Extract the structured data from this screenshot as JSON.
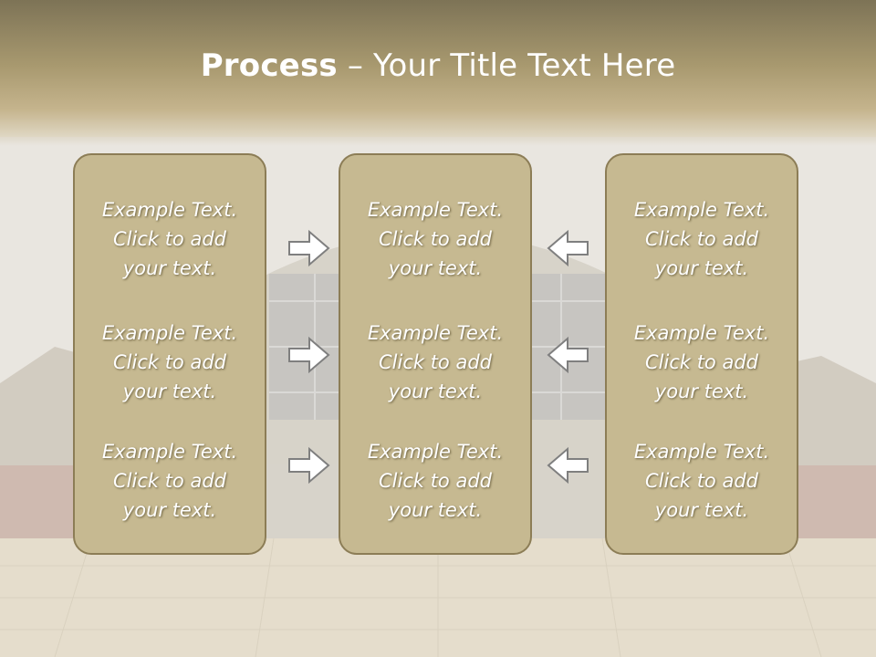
{
  "slide": {
    "title_bold": "Process",
    "title_rest": " – Your Title Text Here"
  },
  "columns": [
    {
      "blocks": [
        {
          "line1": "Example Text.",
          "line2": "Click  to add",
          "line3": "your text."
        },
        {
          "line1": "Example Text.",
          "line2": "Click  to add",
          "line3": "your text."
        },
        {
          "line1": "Example Text.",
          "line2": "Click  to add",
          "line3": "your text."
        }
      ]
    },
    {
      "blocks": [
        {
          "line1": "Example Text.",
          "line2": "Click  to add",
          "line3": "your text."
        },
        {
          "line1": "Example Text.",
          "line2": "Click  to add",
          "line3": "your text."
        },
        {
          "line1": "Example Text.",
          "line2": "Click  to add",
          "line3": "your text."
        }
      ]
    },
    {
      "blocks": [
        {
          "line1": "Example Text.",
          "line2": "Click  to add",
          "line3": "your text."
        },
        {
          "line1": "Example Text.",
          "line2": "Click  to add",
          "line3": "your text."
        },
        {
          "line1": "Example Text.",
          "line2": "Click  to add",
          "line3": "your text."
        }
      ]
    }
  ],
  "arrows": {
    "left_group": "arrow-right-icon",
    "right_group": "arrow-left-icon"
  },
  "colors": {
    "panel_fill": "#c6b991",
    "panel_border": "#8c7d56",
    "title_band": "#a8996f"
  }
}
